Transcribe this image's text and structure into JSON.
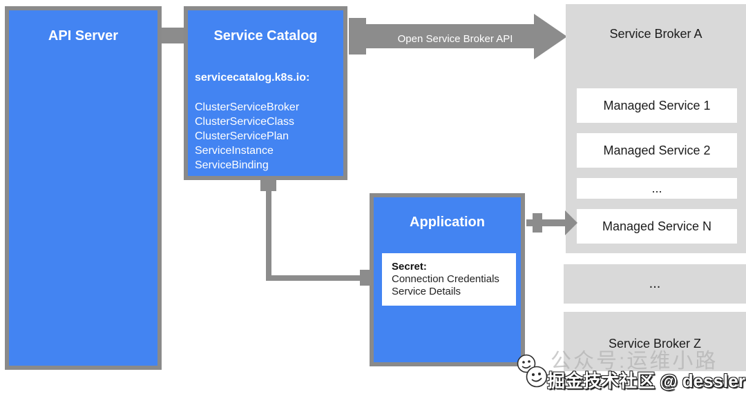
{
  "colors": {
    "node_blue": "#4384F2",
    "node_border_gray": "#8A8A8A",
    "connector_gray": "#8C8C8C",
    "panel_gray": "#D9D9D9",
    "text_dark": "#1C1C1C",
    "text_white": "#FFFFFF"
  },
  "nodes": {
    "api_server": {
      "title": "API Server"
    },
    "service_catalog": {
      "title": "Service Catalog",
      "api_group": "servicecatalog.k8s.io:",
      "resources": [
        "ClusterServiceBroker",
        "ClusterServiceClass",
        "ClusterServicePlan",
        "ServiceInstance",
        "ServiceBinding"
      ]
    },
    "application": {
      "title": "Application",
      "secret_label": "Secret:",
      "secret_lines": [
        "Connection Credentials",
        "Service Details"
      ]
    },
    "broker_a": {
      "title": "Service Broker A",
      "services": [
        "Managed Service 1",
        "Managed Service 2",
        "...",
        "Managed Service N"
      ]
    },
    "ellipsis_panel": {
      "label": "..."
    },
    "broker_z": {
      "title": "Service Broker Z"
    }
  },
  "connectors": {
    "osb_arrow_label": "Open Service Broker API"
  },
  "watermark": {
    "main": "掘金技术社区 @ dessler",
    "faint": "公众号:运维小路"
  }
}
